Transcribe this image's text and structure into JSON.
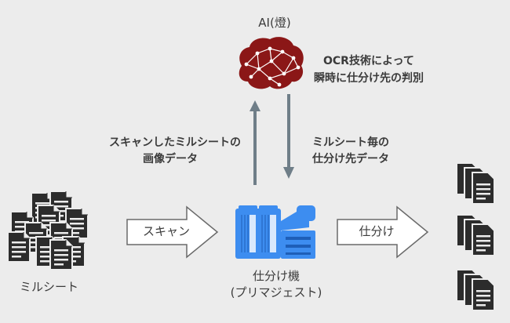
{
  "ai": {
    "title": "AI(燈)",
    "caption_line1": "OCR技術によって",
    "caption_line2": "瞬時に仕分け先の判別",
    "icon": "brain-network-icon",
    "color": "#8b1717"
  },
  "flow_up": {
    "line1": "スキャンしたミルシートの",
    "line2": "画像データ"
  },
  "flow_down": {
    "line1": "ミルシート毎の",
    "line2": "仕分け先データ"
  },
  "scan_arrow": {
    "label": "スキャン"
  },
  "sort_arrow": {
    "label": "仕分け"
  },
  "source_docs": {
    "label": "ミルシート",
    "icon": "document-stack-icon"
  },
  "machine": {
    "line1": "仕分け機",
    "line2": "(プリマジェスト)",
    "icon": "sorting-machine-icon",
    "color": "#3d8df0"
  },
  "outputs": {
    "icon": "sorted-document-icon",
    "count": 3
  },
  "colors": {
    "arrow": "#6f7e88",
    "outline": "#6a6a6a",
    "background": "#ececec"
  }
}
